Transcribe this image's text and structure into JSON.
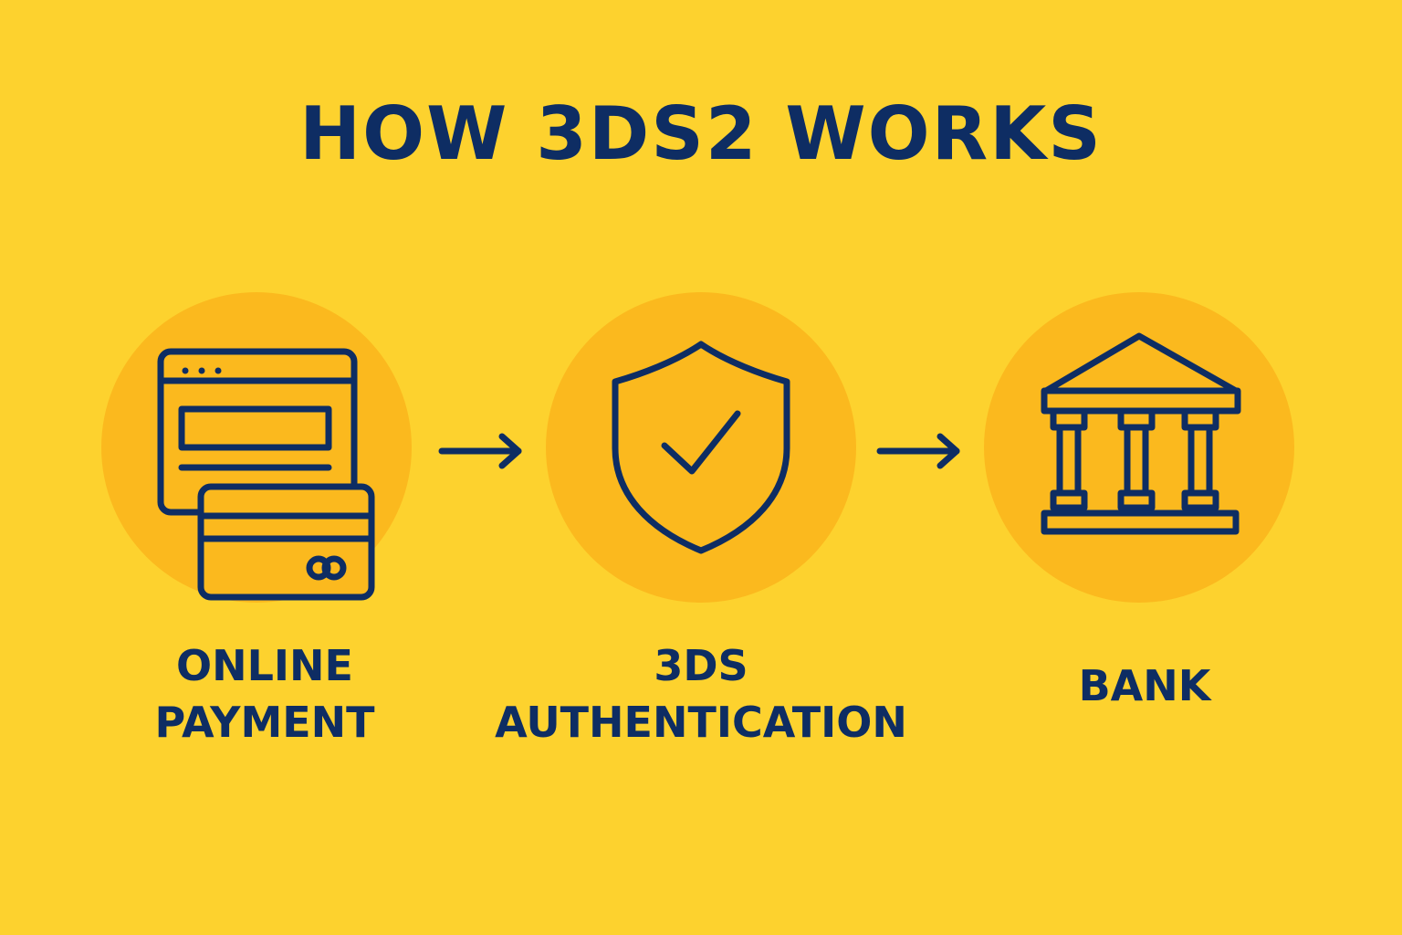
{
  "title": "HOW 3DS2 WORKS",
  "colors": {
    "background": "#FDD22E",
    "circle": "#FBB91E",
    "ink": "#0E2D63"
  },
  "steps": [
    {
      "lines": [
        "ONLINE",
        "PAYMENT"
      ],
      "icon": "browser-card-icon"
    },
    {
      "lines": [
        "3DS",
        "AUTHENTICATION"
      ],
      "icon": "shield-check-icon"
    },
    {
      "lines": [
        "BANK"
      ],
      "icon": "bank-icon"
    }
  ],
  "connectors": [
    "arrow-right-icon",
    "arrow-right-icon"
  ]
}
